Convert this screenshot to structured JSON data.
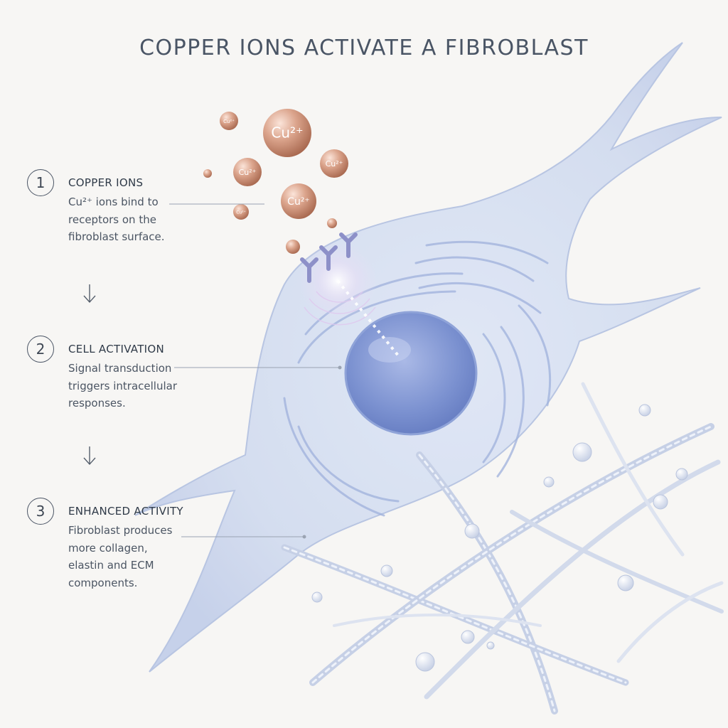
{
  "title": "COPPER IONS ACTIVATE A FIBROBLAST",
  "steps": [
    {
      "number": "1",
      "heading": "COPPER IONS",
      "lines": [
        "Cu²⁺ ions bind to",
        "receptors on the",
        "fibroblast surface."
      ]
    },
    {
      "number": "2",
      "heading": "CELL ACTIVATION",
      "lines": [
        "Signal transduction",
        "triggers intracellular",
        "responses."
      ]
    },
    {
      "number": "3",
      "heading": "ENHANCED ACTIVITY",
      "lines": [
        "Fibroblast produces",
        "more collagen,",
        "elastin and ECM",
        "components."
      ]
    }
  ],
  "ion_label": "Cu²⁺",
  "colors": {
    "title": "#4a5565",
    "copper": "#c8866a",
    "cell": "#c8d4ec",
    "nucleus": "#6f85c8",
    "leader": "#9aa3b2"
  }
}
